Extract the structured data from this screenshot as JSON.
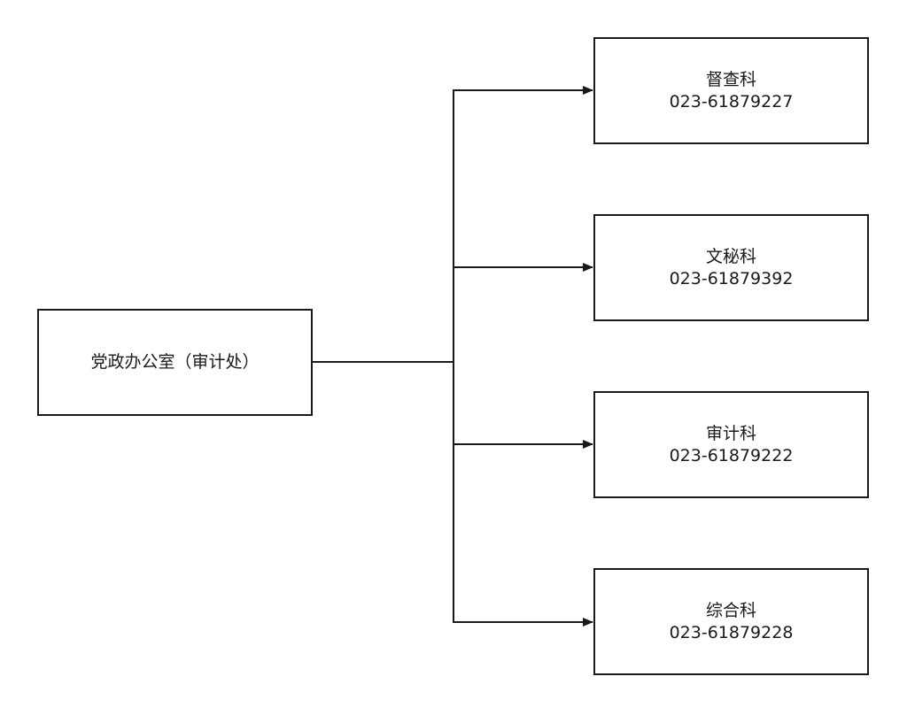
{
  "root": {
    "label": "党政办公室（审计处）"
  },
  "children": [
    {
      "name": "督查科",
      "phone": "023-61879227"
    },
    {
      "name": "文秘科",
      "phone": "023-61879392"
    },
    {
      "name": "审计科",
      "phone": "023-61879222"
    },
    {
      "name": "综合科",
      "phone": "023-61879228"
    }
  ],
  "colors": {
    "line": "#1a1a1a",
    "box_border": "#1a1a1a",
    "background": "#ffffff"
  }
}
